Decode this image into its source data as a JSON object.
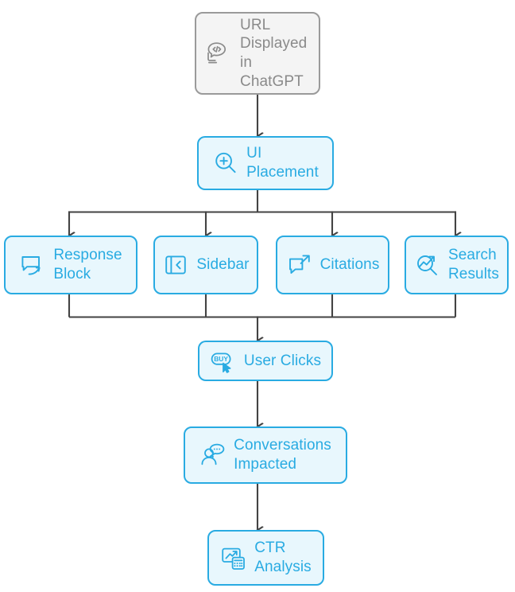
{
  "diagram": {
    "type": "flowchart",
    "title": "URL Displayed in ChatGPT flow",
    "colors": {
      "node_blue_fill": "#e8f7fd",
      "node_blue_border": "#29abe2",
      "node_blue_text": "#29abe2",
      "node_gray_fill": "#f4f4f4",
      "node_gray_border": "#9a9a9a",
      "node_gray_text": "#8a8a8a",
      "edge": "#434343",
      "background": "#ffffff"
    },
    "nodes": [
      {
        "id": "url-displayed",
        "label": "URL\nDisplayed in\nChatGPT",
        "icon": "code-chat-bubble-icon",
        "style": "gray"
      },
      {
        "id": "ui-placement",
        "label": "UI\nPlacement",
        "icon": "magnifier-plus-icon",
        "style": "blue"
      },
      {
        "id": "response-block",
        "label": "Response\nBlock",
        "icon": "chat-bubble-arrow-icon",
        "style": "blue"
      },
      {
        "id": "sidebar",
        "label": "Sidebar",
        "icon": "sidebar-panel-icon",
        "style": "blue"
      },
      {
        "id": "citations",
        "label": "Citations",
        "icon": "chat-bubble-external-link-icon",
        "style": "blue"
      },
      {
        "id": "search-results",
        "label": "Search\nResults",
        "icon": "magnifier-trend-icon",
        "style": "blue"
      },
      {
        "id": "user-clicks",
        "label": "User Clicks",
        "icon": "buy-cursor-icon",
        "style": "blue"
      },
      {
        "id": "conversations-impacted",
        "label": "Conversations\nImpacted",
        "icon": "person-speech-bubble-icon",
        "style": "blue"
      },
      {
        "id": "ctr-analysis",
        "label": "CTR\nAnalysis",
        "icon": "chart-calculator-icon",
        "style": "blue"
      }
    ],
    "edges": [
      {
        "from": "url-displayed",
        "to": "ui-placement"
      },
      {
        "from": "ui-placement",
        "to": "response-block"
      },
      {
        "from": "ui-placement",
        "to": "sidebar"
      },
      {
        "from": "ui-placement",
        "to": "citations"
      },
      {
        "from": "ui-placement",
        "to": "search-results"
      },
      {
        "from": "response-block",
        "to": "user-clicks"
      },
      {
        "from": "sidebar",
        "to": "user-clicks"
      },
      {
        "from": "citations",
        "to": "user-clicks"
      },
      {
        "from": "search-results",
        "to": "user-clicks"
      },
      {
        "from": "user-clicks",
        "to": "conversations-impacted"
      },
      {
        "from": "conversations-impacted",
        "to": "ctr-analysis"
      }
    ]
  }
}
